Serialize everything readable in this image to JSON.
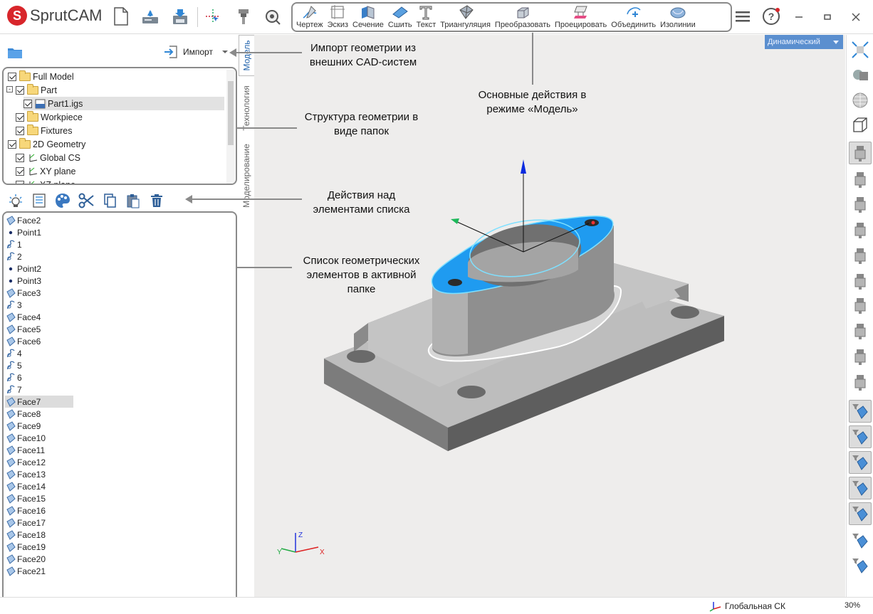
{
  "app": {
    "logo_letter": "S",
    "logo_text": "SprutCAM"
  },
  "toolbar": {
    "mode_buttons": [
      {
        "label": "Чертеж",
        "icon": "sketch-pen-icon"
      },
      {
        "label": "Эскиз",
        "icon": "sketch-frame-icon"
      },
      {
        "label": "Сечение",
        "icon": "section-icon"
      },
      {
        "label": "Сшить",
        "icon": "stitch-icon"
      },
      {
        "label": "Текст",
        "icon": "text-icon"
      },
      {
        "label": "Триангуляция",
        "icon": "triangulation-icon"
      },
      {
        "label": "Преобразовать",
        "icon": "transform-icon"
      },
      {
        "label": "Проецировать",
        "icon": "project-icon"
      },
      {
        "label": "Объединить",
        "icon": "combine-icon"
      },
      {
        "label": "Изолинии",
        "icon": "isolines-icon"
      }
    ]
  },
  "left_panel": {
    "import_label": "Импорт",
    "tree": [
      {
        "label": "Full Model",
        "level": 0,
        "expander": "",
        "type": "folder"
      },
      {
        "label": "Part",
        "level": 1,
        "expander": "minus",
        "type": "folder"
      },
      {
        "label": "Part1.igs",
        "level": 2,
        "expander": "",
        "type": "file",
        "selected": true
      },
      {
        "label": "Workpiece",
        "level": 1,
        "expander": "",
        "type": "folder"
      },
      {
        "label": "Fixtures",
        "level": 1,
        "expander": "",
        "type": "folder"
      },
      {
        "label": "2D Geometry",
        "level": 0,
        "expander": "",
        "type": "folder"
      },
      {
        "label": "Global CS",
        "level": 1,
        "expander": "",
        "type": "cs"
      },
      {
        "label": "XY plane",
        "level": 1,
        "expander": "",
        "type": "cs"
      },
      {
        "label": "XZ plane",
        "level": 1,
        "expander": "",
        "type": "cs"
      }
    ],
    "list_items": [
      {
        "label": "Face2",
        "type": "face"
      },
      {
        "label": "Point1",
        "type": "point"
      },
      {
        "label": "1",
        "type": "curve"
      },
      {
        "label": "2",
        "type": "curve"
      },
      {
        "label": "Point2",
        "type": "point"
      },
      {
        "label": "Point3",
        "type": "point"
      },
      {
        "label": "Face3",
        "type": "face"
      },
      {
        "label": "3",
        "type": "curve"
      },
      {
        "label": "Face4",
        "type": "face"
      },
      {
        "label": "Face5",
        "type": "face"
      },
      {
        "label": "Face6",
        "type": "face"
      },
      {
        "label": "4",
        "type": "curve"
      },
      {
        "label": "5",
        "type": "curve"
      },
      {
        "label": "6",
        "type": "curve"
      },
      {
        "label": "7",
        "type": "curve"
      },
      {
        "label": "Face7",
        "type": "face",
        "selected": true
      },
      {
        "label": "Face8",
        "type": "face"
      },
      {
        "label": "Face9",
        "type": "face"
      },
      {
        "label": "Face10",
        "type": "face"
      },
      {
        "label": "Face11",
        "type": "face"
      },
      {
        "label": "Face12",
        "type": "face"
      },
      {
        "label": "Face13",
        "type": "face"
      },
      {
        "label": "Face14",
        "type": "face"
      },
      {
        "label": "Face15",
        "type": "face"
      },
      {
        "label": "Face16",
        "type": "face"
      },
      {
        "label": "Face17",
        "type": "face"
      },
      {
        "label": "Face18",
        "type": "face"
      },
      {
        "label": "Face19",
        "type": "face"
      },
      {
        "label": "Face20",
        "type": "face"
      },
      {
        "label": "Face21",
        "type": "face"
      }
    ]
  },
  "tabs": {
    "model": "Модель",
    "technology": "Технология",
    "modeling": "Моделирование"
  },
  "viewport": {
    "view_mode": "Динамический",
    "axis_z": "Z",
    "axis_y": "Y",
    "axis_x": "X"
  },
  "callouts": {
    "import": "Импорт геометрии из внешних CAD-систем",
    "modes": "Основные действия в режиме «Модель»",
    "structure": "Структура геометрии в виде папок",
    "actions": "Действия над элементами списка",
    "list": "Список геометрических элементов в активной папке"
  },
  "status": {
    "coordinate_system": "Глобальная СК",
    "zoom": "30%"
  },
  "colors": {
    "accent": "#1f9bf0",
    "brand": "#d8262b",
    "view_mode_bg": "#5b8fcf"
  }
}
